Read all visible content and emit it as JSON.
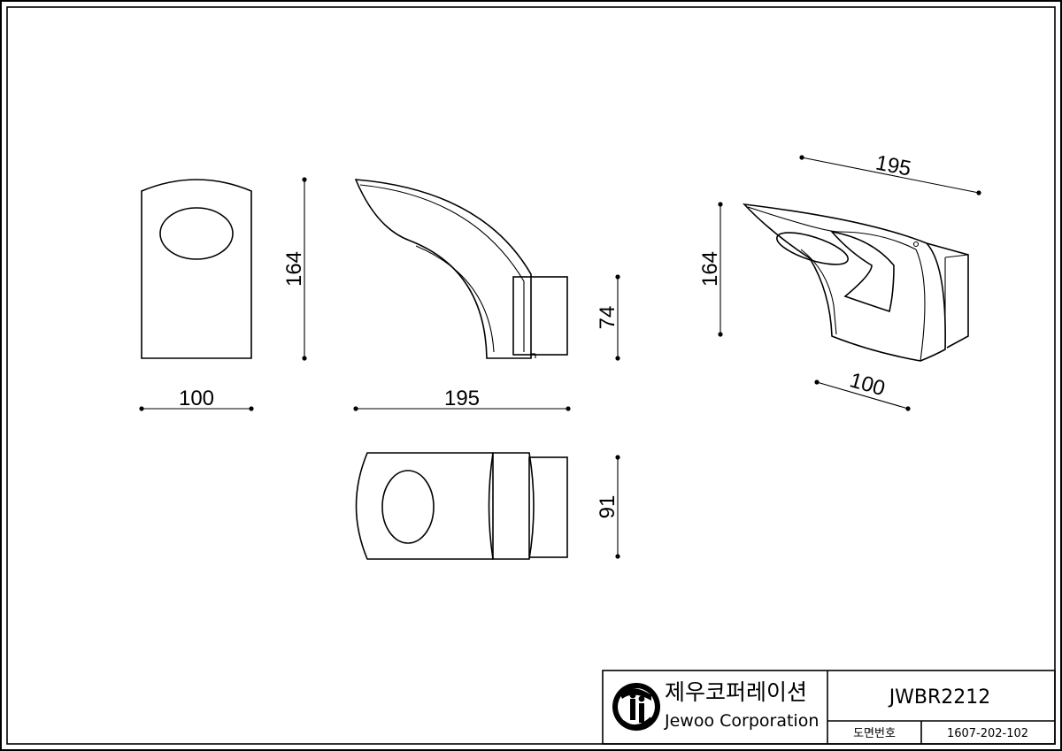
{
  "drawing": {
    "front_view": {
      "width_label": "100",
      "height_label": "164"
    },
    "side_view": {
      "length_label": "195",
      "depth_label": "74"
    },
    "top_view": {
      "depth_label": "91"
    },
    "iso_view": {
      "length_label": "195",
      "height_label": "164",
      "width_label": "100"
    }
  },
  "title_block": {
    "company_korean": "제우코퍼레이션",
    "company_english": "Jewoo Corporation",
    "model": "JWBR2212",
    "drawing_no_label": "도면번호",
    "drawing_no": "1607-202-102"
  }
}
